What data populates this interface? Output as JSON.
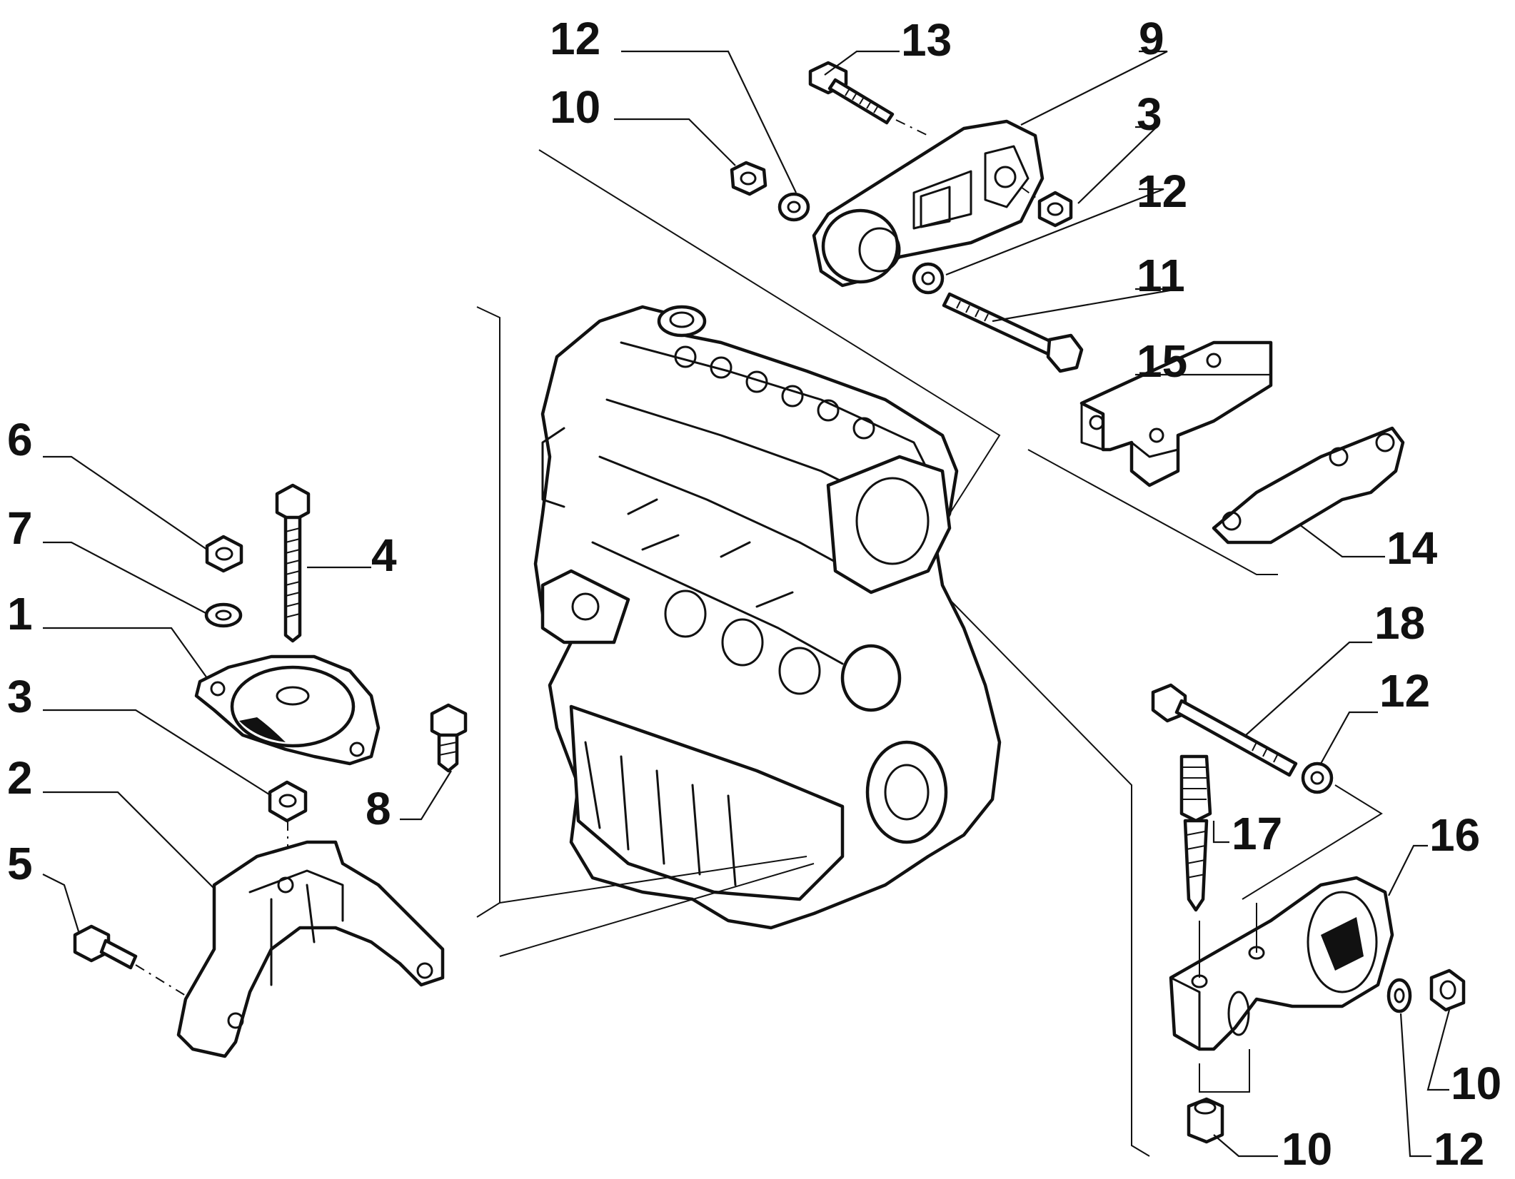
{
  "callouts": [
    {
      "id": "c12-top",
      "label": "12"
    },
    {
      "id": "c10-top",
      "label": "10"
    },
    {
      "id": "c13",
      "label": "13"
    },
    {
      "id": "c9",
      "label": "9"
    },
    {
      "id": "c3-right",
      "label": "3"
    },
    {
      "id": "c12-right",
      "label": "12"
    },
    {
      "id": "c11",
      "label": "11"
    },
    {
      "id": "c15",
      "label": "15"
    },
    {
      "id": "c14",
      "label": "14"
    },
    {
      "id": "c6",
      "label": "6"
    },
    {
      "id": "c7",
      "label": "7"
    },
    {
      "id": "c4",
      "label": "4"
    },
    {
      "id": "c1",
      "label": "1"
    },
    {
      "id": "c3-left",
      "label": "3"
    },
    {
      "id": "c2",
      "label": "2"
    },
    {
      "id": "c8",
      "label": "8"
    },
    {
      "id": "c5",
      "label": "5"
    },
    {
      "id": "c18",
      "label": "18"
    },
    {
      "id": "c12-mid",
      "label": "12"
    },
    {
      "id": "c17",
      "label": "17"
    },
    {
      "id": "c16",
      "label": "16"
    },
    {
      "id": "c10-right",
      "label": "10"
    },
    {
      "id": "c10-bottom",
      "label": "10"
    },
    {
      "id": "c12-bottom",
      "label": "12"
    }
  ]
}
